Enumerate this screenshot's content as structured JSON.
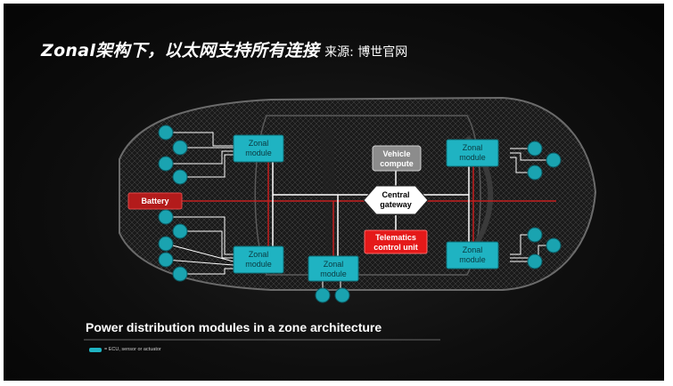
{
  "header": {
    "title": "Zonal架构下，以太网支持所有连接",
    "source": "来源: 博世官网"
  },
  "diagram": {
    "nodes": {
      "zonal_module": [
        "Zonal",
        "module"
      ],
      "vehicle_compute": [
        "Vehicle",
        "compute"
      ],
      "central_gateway": [
        "Central",
        "gateway"
      ],
      "telematics": [
        "Telematics",
        "control unit"
      ],
      "battery": "Battery"
    },
    "caption": "Power distribution modules in a zone architecture",
    "legend": "= ECU, sensor or actuator"
  },
  "colors": {
    "zonal": "#1fb3c2",
    "ecu": "#1aa3b0",
    "battery": "#b31b1b",
    "telematics": "#e51919",
    "compute": "#8c8c8c",
    "power_line": "#c41e1e",
    "data_line": "#ffffff"
  }
}
